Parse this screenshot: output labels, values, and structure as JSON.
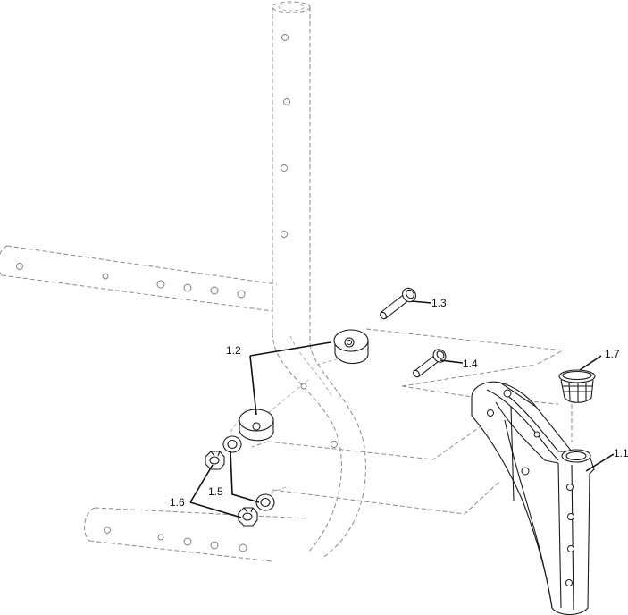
{
  "callouts": {
    "c11": "1.1",
    "c12": "1.2",
    "c13": "1.3",
    "c14": "1.4",
    "c15": "1.5",
    "c16": "1.6",
    "c17": "1.7"
  }
}
